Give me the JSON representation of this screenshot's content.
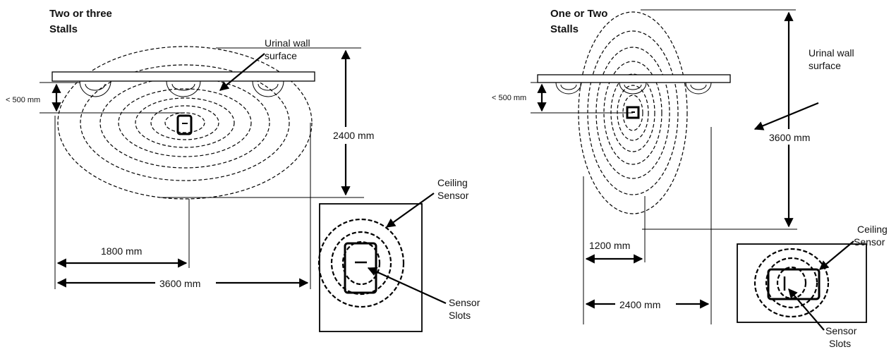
{
  "left_panel": {
    "title_line1": "Two or three",
    "title_line2": "Stalls",
    "urinal_wall_line1": "Urinal wall",
    "urinal_wall_line2": "surface",
    "offset_label": "< 500  mm",
    "height_label": "2400 mm",
    "half_width_label": "1800 mm",
    "full_width_label": "3600 mm",
    "ceiling_sensor_line1": "Ceiling",
    "ceiling_sensor_line2": "Sensor",
    "sensor_slots_line1": "Sensor",
    "sensor_slots_line2": "Slots"
  },
  "right_panel": {
    "title_line1": "One or Two",
    "title_line2": "Stalls",
    "urinal_wall_line1": "Urinal wall",
    "urinal_wall_line2": "surface",
    "offset_label": "< 500  mm",
    "height_label": "3600 mm",
    "half_width_label": "1200 mm",
    "full_width_label": "2400 mm",
    "ceiling_sensor_line1": "Ceiling",
    "ceiling_sensor_line2": "Sensor",
    "sensor_slots_line1": "Sensor",
    "sensor_slots_line2": "Slots"
  }
}
